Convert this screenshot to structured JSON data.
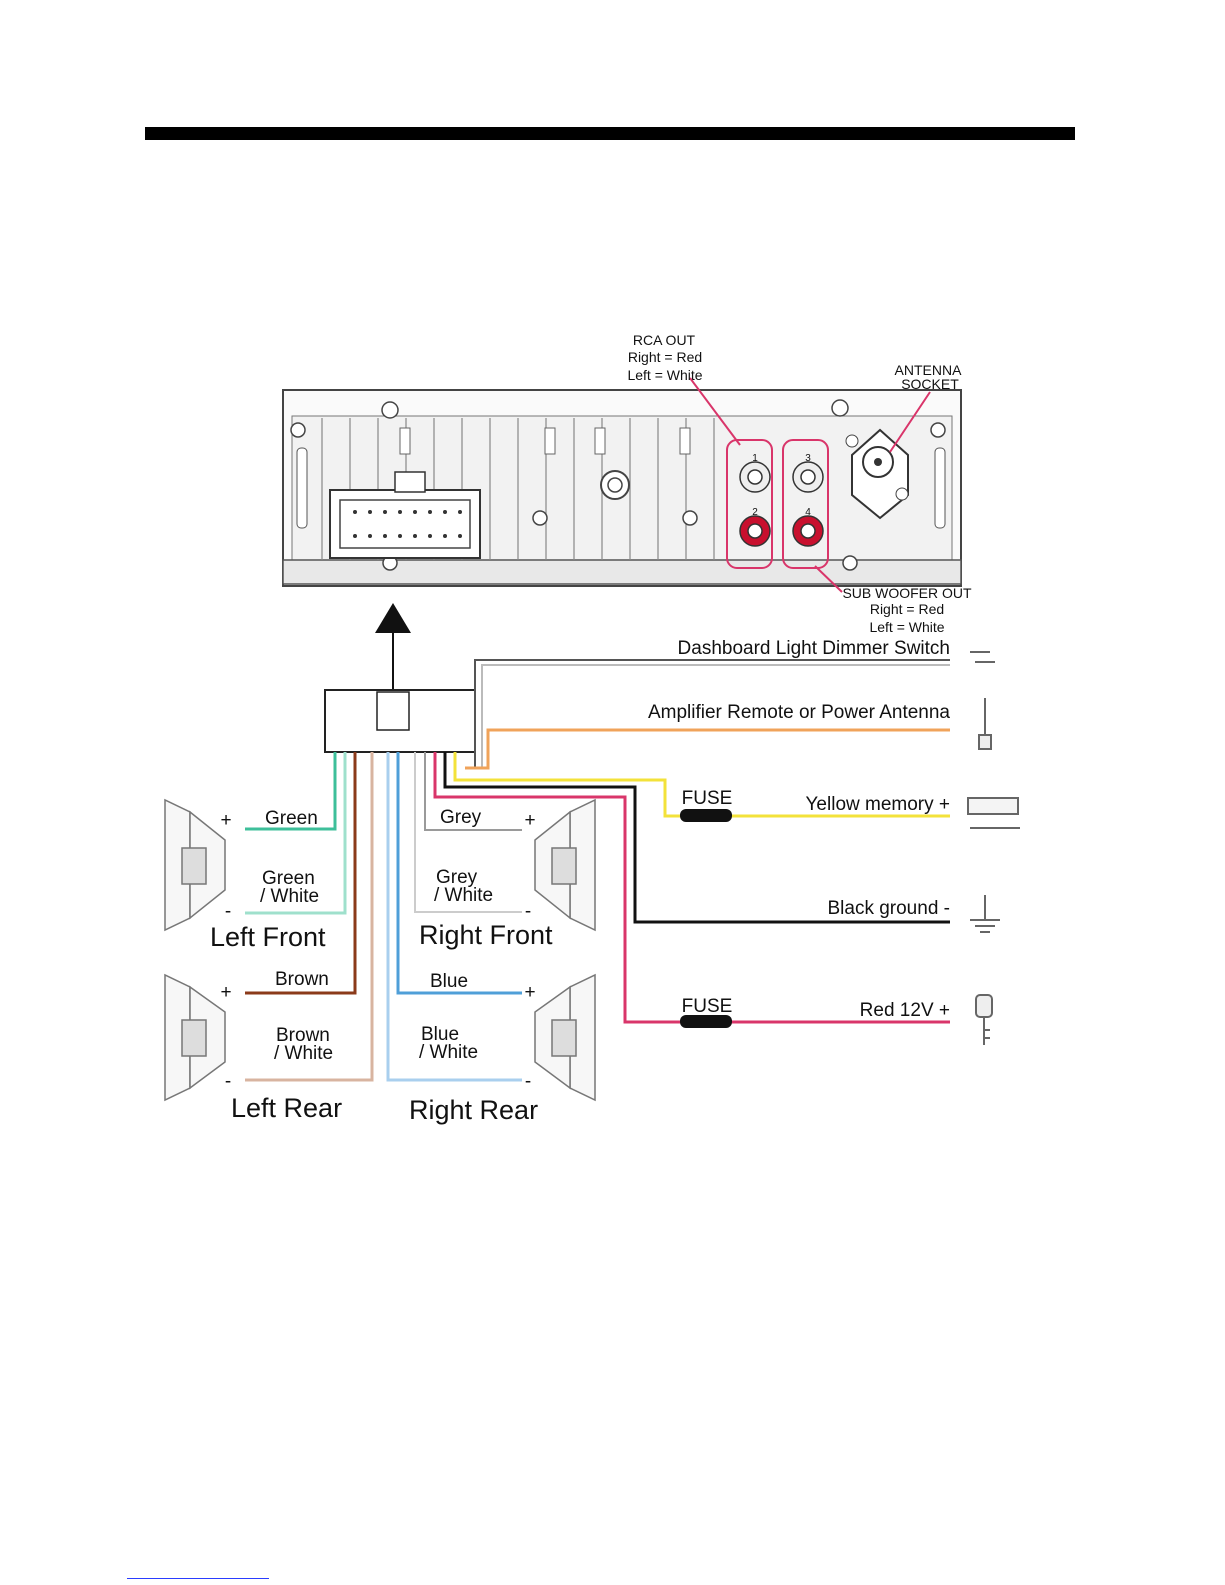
{
  "rca_out": {
    "title": "RCA OUT",
    "right": "Right = Red",
    "left": "Left = White"
  },
  "antenna": {
    "line1": "ANTENNA",
    "line2": "SOCKET"
  },
  "sub_woofer": {
    "title": "SUB WOOFER OUT",
    "right": "Right = Red",
    "left": "Left = White"
  },
  "jack_numbers": [
    "1",
    "2",
    "3",
    "4"
  ],
  "connections": {
    "dimmer": "Dashboard Light Dimmer Switch",
    "amp_remote": "Amplifier Remote or Power Antenna",
    "fuse_top": "FUSE",
    "yellow": "Yellow memory  +",
    "ground": "Black ground  -",
    "fuse_bottom": "FUSE",
    "red": "Red 12V  +"
  },
  "speakers": {
    "left_front": {
      "name": "Left Front",
      "pos_wire": "Green",
      "neg_wire_1": "Green",
      "neg_wire_2": "/ White"
    },
    "right_front": {
      "name": "Right Front",
      "pos_wire": "Grey",
      "neg_wire_1": "Grey",
      "neg_wire_2": "/ White"
    },
    "left_rear": {
      "name": "Left Rear",
      "pos_wire": "Brown",
      "neg_wire_1": "Brown",
      "neg_wire_2": "/ White"
    },
    "right_rear": {
      "name": "Right Rear",
      "pos_wire": "Blue",
      "neg_wire_1": "Blue",
      "neg_wire_2": "/ White"
    }
  },
  "polarity": {
    "plus": "+",
    "minus": "-"
  },
  "colors": {
    "green": "#3dbf9a",
    "grey": "#9a9a9a",
    "brown": "#8b3a1a",
    "blue": "#4f9fd8",
    "yellow": "#f3e23a",
    "orange": "#f0a35a",
    "red": "#d9356a",
    "black": "#111111",
    "rca_red": "#c8102e"
  }
}
